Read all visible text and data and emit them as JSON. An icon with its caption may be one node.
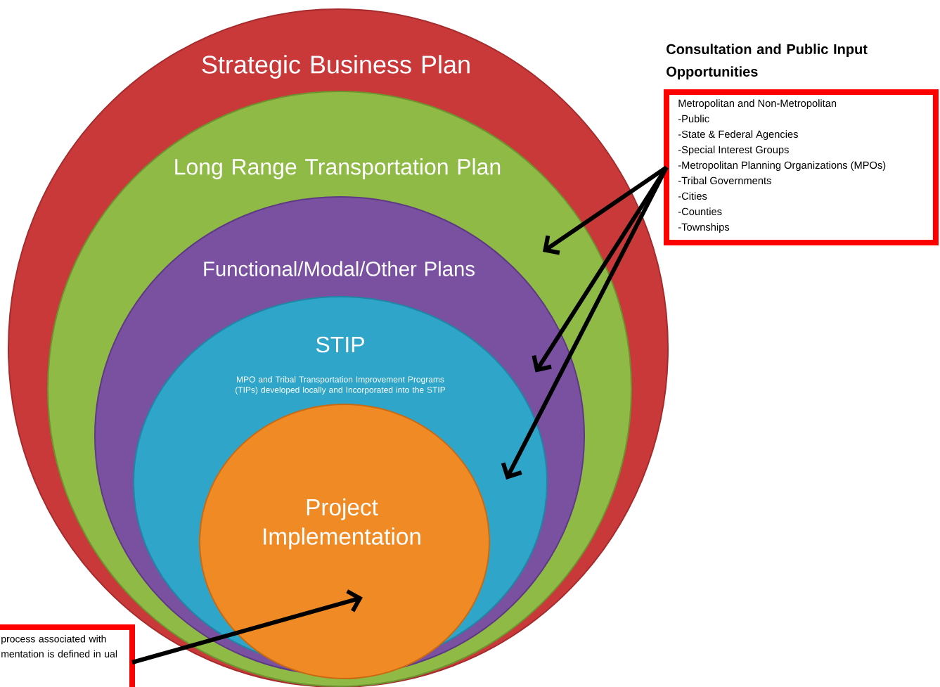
{
  "diagram": {
    "nodes": [
      {
        "text": [
          "Strategic Business Plan"
        ]
      },
      {
        "text": [
          "Long Range Transportation Plan"
        ],
        "in": 0
      },
      {
        "text": [
          "Functional/Modal/Other Plans"
        ],
        "in": 1
      },
      {
        "text": [
          "STIP",
          "MPO and Tribal Transportation Improvement Programs (TIPs) developed locally and Incorporated into the STIP"
        ],
        "in": 2
      },
      {
        "text": [
          "Project Implementation"
        ],
        "in": 3
      },
      {
        "text": [
          "Consultation and Public Input Opportunities",
          "Metropolitan and Non-Metropolitan",
          "-Public",
          "-State & Federal Agencies",
          "-Special Interest Groups",
          "-Metropolitan Planning Organizations (MPOs)",
          "-Tribal Governments",
          "-Cities",
          "-Counties",
          "-Townships"
        ]
      },
      {
        "text": [
          "process associated with mentation is defined in ual"
        ]
      }
    ],
    "edges": [
      {
        "from": 5,
        "to": 1,
        "arrow": "to"
      },
      {
        "from": 5,
        "to": 2,
        "arrow": "to"
      },
      {
        "from": 5,
        "to": 3,
        "arrow": "to"
      },
      {
        "from": 6,
        "to": 4,
        "arrow": "to"
      }
    ]
  }
}
